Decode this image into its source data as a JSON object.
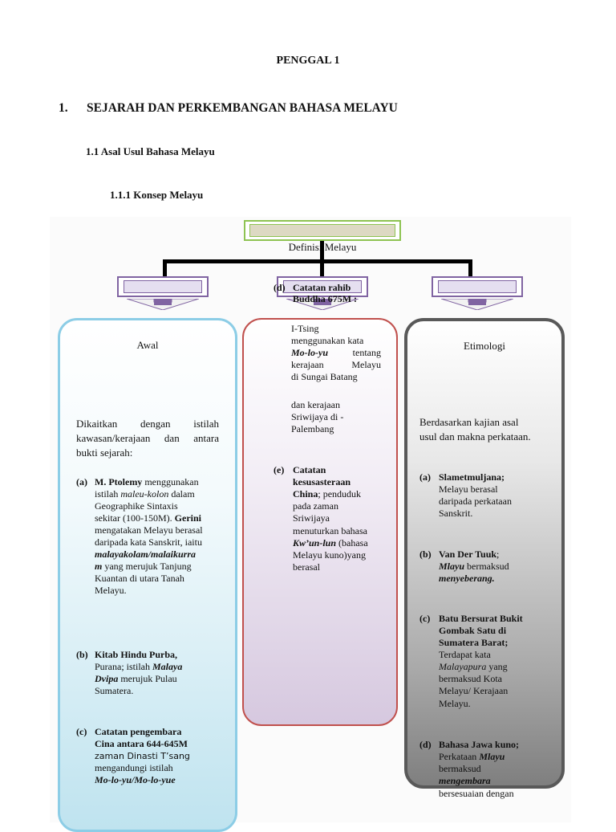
{
  "header": {
    "penggal": "PENGGAL 1",
    "section_num": "1.",
    "section_title": "SEJARAH DAN PERKEMBANGAN BAHASA MELAYU",
    "sub1": "1.1  Asal Usul Bahasa Melayu",
    "sub2": "1.1.1  Konsep Melayu"
  },
  "diagram": {
    "root": "Definisi Melayu",
    "awal": {
      "title": "Awal",
      "intro": [
        "Dikaitkan dengan istilah",
        "kawasan/kerajaan dan antara",
        "bukti sejarah:"
      ],
      "a_label": "(a)",
      "a": {
        "l1_b": "M. Ptolemy",
        "l1": " menggunakan",
        "l2a": "istilah ",
        "l2_i": "maleu-kolon",
        "l2b": " dalam",
        "l3": "Geographike Sintaxis",
        "l4a": "sekitar (100-150M). ",
        "l4_b": "Gerini",
        "l5": "mengatakan Melayu berasal",
        "l6": "daripada kata Sanskrit, iaitu",
        "l7_bi": "malayakolam/malaikurra",
        "l8_bi": "m",
        "l8": " yang merujuk Tanjung",
        "l9": "Kuantan di utara Tanah",
        "l10": "Melayu."
      },
      "b_label": "(b)",
      "b": {
        "l1_b": "Kitab Hindu Purba,",
        "l2a": "Purana; istilah ",
        "l2_bi": "Malaya",
        "l3_bi": "Dvipa",
        "l3": " merujuk Pulau",
        "l4": "Sumatera."
      },
      "c_label": "(c)",
      "c": {
        "l1_b": "Catatan pengembara",
        "l2_b": "Cina antara 644-645M",
        "l3": "zaman Dinasti T’sang",
        "l4": "mengandungi istilah",
        "l5_bi": "Mo-lo-yu/Mo-lo-yue"
      }
    },
    "tengah": {
      "d_label": "(d)",
      "d_title1": "Catatan rahib",
      "d_title2": "Buddha 675M :",
      "d_l1": "I-Tsing",
      "d_l2": "menggunakan kata",
      "d_l3_bi": "Mo-lo-yu",
      "d_l3": "tentang",
      "d_l4": "kerajaan   Melayu",
      "d_l5": "di Sungai Batang",
      "d_l6": "dan kerajaan",
      "d_l7": "Sriwijaya di -",
      "d_l8": "Palembang",
      "e_label": "(e)",
      "e_title1": "Catatan",
      "e_title2": "kesusasteraan",
      "e_title3_b": "China",
      "e_title3": "; penduduk",
      "e_l1": "pada zaman",
      "e_l2": "Sriwijaya",
      "e_l3": "menuturkan bahasa",
      "e_l4_bi": "Kw’un-lun",
      "e_l4": " (bahasa",
      "e_l5": "Melayu kuno)yang",
      "e_l6": "berasal"
    },
    "etimologi": {
      "title": "Etimologi",
      "intro1": "Berdasarkan kajian asal",
      "intro2": "usul dan makna perkataan.",
      "a_label": "(a)",
      "a_title": "Slametmuljana;",
      "a_l1": "Melayu berasal",
      "a_l2": "daripada perkataan",
      "a_l3": "Sanskrit.",
      "b_label": "(b)",
      "b_title": "Van Der Tuuk",
      "b_title_rest": ";",
      "b_l1_bi": "Mlayu",
      "b_l1": " bermaksud",
      "b_l2_bi": "menyeberang.",
      "c_label": "(c)",
      "c_title1": "Batu Bersurat Bukit",
      "c_title2": "Gombak Satu di",
      "c_title3": "Sumatera Barat;",
      "c_l1": "Terdapat kata",
      "c_l2_i": "Malayapura",
      "c_l2": " yang",
      "c_l3": "bermaksud Kota",
      "c_l4": "Melayu/ Kerajaan",
      "c_l5": "Melayu.",
      "d_label": "(d)",
      "d_title": "Bahasa Jawa kuno;",
      "d_l1a": "Perkataan ",
      "d_l1_bi": "Mlayu",
      "d_l2": "bermaksud",
      "d_l3_bi": "mengembara",
      "d_l4": "bersesuaian dengan"
    }
  },
  "colors": {
    "green_border": "#8ec352",
    "purple_border": "#8064a2",
    "awal_border": "#8ccde6",
    "mid_border": "#c0504d",
    "eti_border": "#595959"
  }
}
